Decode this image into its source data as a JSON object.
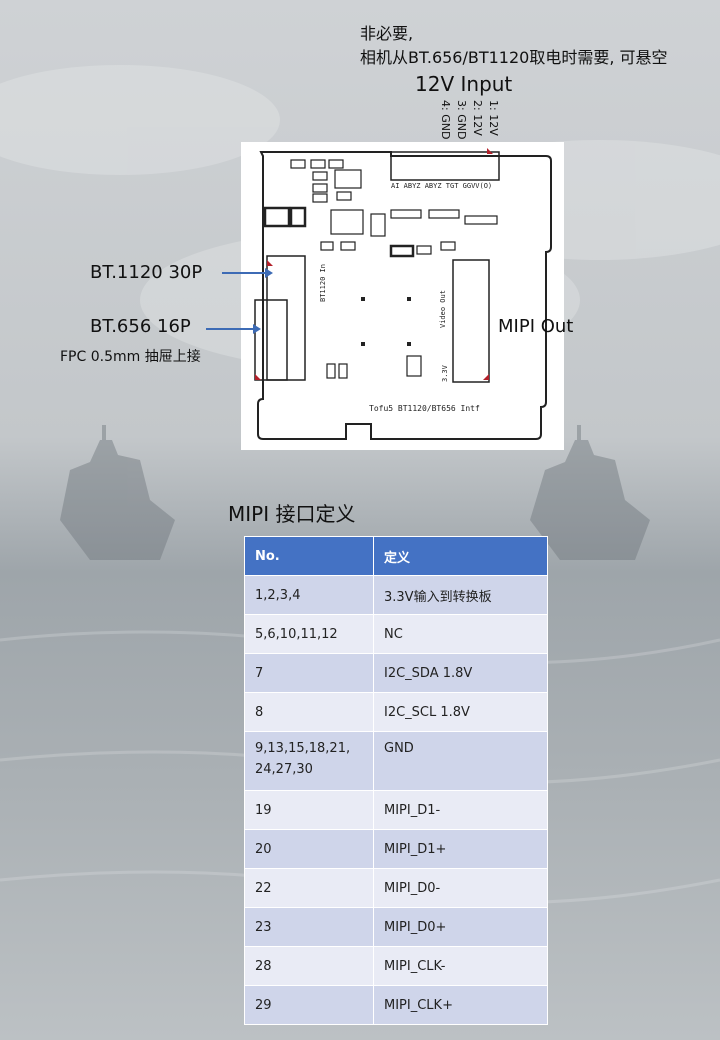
{
  "top_note": {
    "line1": "非必要,",
    "line2": "相机从BT.656/BT1120取电时需要, 可悬空"
  },
  "power_input": {
    "title": "12V Input",
    "pins": [
      "1: 12V",
      "2: 12V",
      "3: GND",
      "4: GND"
    ]
  },
  "board": {
    "silk_connectors": "AI ABYZ ABYZ TGT  GGVV(O)",
    "silk_bt1120_in": "BT1120 In",
    "silk_video_out": "Video Out",
    "silk_3v3": "3.3V",
    "silk_title": "Tofu5 BT1120/BT656 Intf"
  },
  "callouts": {
    "bt1120": "BT.1120  30P",
    "bt656": "BT.656  16P",
    "fpc": "FPC 0.5mm 抽屉上接",
    "mipi_out": "MIPI Out"
  },
  "table_title": "MIPI 接口定义",
  "table": {
    "headers": [
      "No.",
      "定义"
    ],
    "rows": [
      [
        "1,2,3,4",
        "3.3V输入到转换板"
      ],
      [
        "5,6,10,11,12",
        "NC"
      ],
      [
        "7",
        "I2C_SDA 1.8V"
      ],
      [
        "8",
        "I2C_SCL 1.8V"
      ],
      [
        "9,13,15,18,21,\n24,27,30",
        "GND"
      ],
      [
        "19",
        "MIPI_D1-"
      ],
      [
        "20",
        "MIPI_D1+"
      ],
      [
        "22",
        "MIPI_D0-"
      ],
      [
        "23",
        "MIPI_D0+"
      ],
      [
        "28",
        "MIPI_CLK-"
      ],
      [
        "29",
        "MIPI_CLK+"
      ]
    ]
  },
  "colors": {
    "header_bg": "#4472c4",
    "row_odd": "#cfd5ea",
    "row_even": "#e9ebf5",
    "arrow": "#3d6bb5",
    "pin1_marker": "#b3202a"
  }
}
